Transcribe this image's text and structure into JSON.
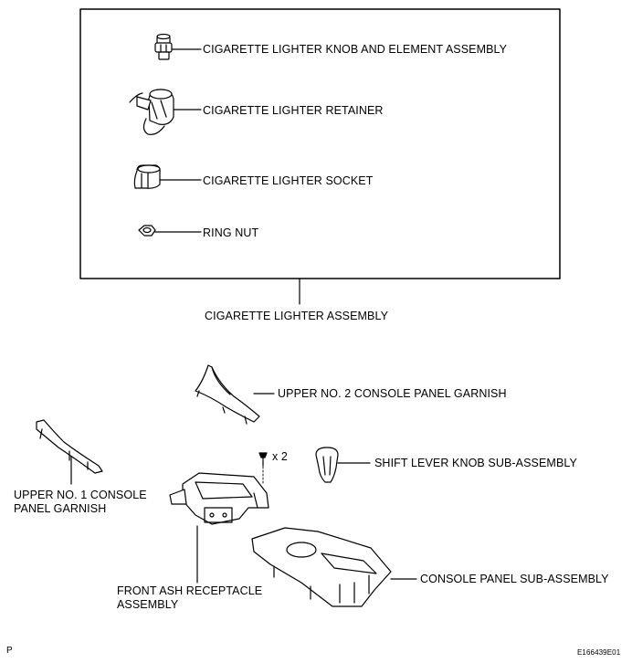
{
  "assembly_box": {
    "parts": [
      {
        "name": "CIGARETTE LIGHTER KNOB AND ELEMENT ASSEMBLY"
      },
      {
        "name": "CIGARETTE LIGHTER RETAINER"
      },
      {
        "name": "CIGARETTE LIGHTER SOCKET"
      },
      {
        "name": "RING NUT"
      }
    ],
    "assembly_label": "CIGARETTE LIGHTER ASSEMBLY"
  },
  "lower_parts": {
    "upper_no2_garnish": "UPPER NO. 2 CONSOLE PANEL GARNISH",
    "screw_qty": "x 2",
    "shift_knob": "SHIFT LEVER KNOB SUB-ASSEMBLY",
    "upper_no1_garnish_line1": "UPPER NO. 1 CONSOLE",
    "upper_no1_garnish_line2": "PANEL GARNISH",
    "ash_receptacle_line1": "FRONT ASH RECEPTACLE",
    "ash_receptacle_line2": "ASSEMBLY",
    "console_panel": "CONSOLE PANEL SUB-ASSEMBLY"
  },
  "footer": {
    "page_mark": "P",
    "figure_id": "E166439E01"
  }
}
